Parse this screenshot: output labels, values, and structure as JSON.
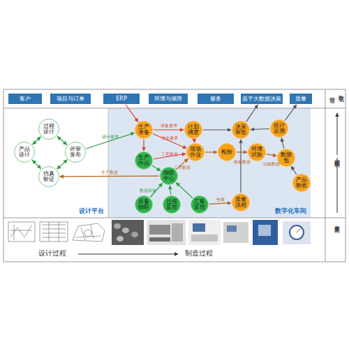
{
  "diagram": {
    "nodes": [
      {
        "text": [
          "客户"
        ]
      },
      {
        "text": [
          "项目与订单"
        ]
      },
      {
        "text": [
          "ERP"
        ]
      },
      {
        "text": [
          "环境与保障"
        ]
      },
      {
        "text": [
          "服务"
        ]
      },
      {
        "text": [
          "基于大数据决策"
        ]
      },
      {
        "text": [
          "质量"
        ]
      },
      {
        "text": [
          "设计平台"
        ]
      },
      {
        "text": [
          "过程设计"
        ],
        "in": 7
      },
      {
        "text": [
          "产品设计"
        ],
        "in": 7
      },
      {
        "text": [
          "评审发布"
        ],
        "in": 7
      },
      {
        "text": [
          "仿真验证"
        ],
        "in": 7
      },
      {
        "text": [
          "数字化车间"
        ]
      },
      {
        "text": [
          "生产准备"
        ],
        "in": 12
      },
      {
        "text": [
          "计划调度"
        ],
        "in": 12
      },
      {
        "text": [
          "决策审批"
        ],
        "in": 12
      },
      {
        "text": [
          "统计追溯"
        ],
        "in": 12
      },
      {
        "text": [
          "生产作品"
        ],
        "in": 12
      },
      {
        "text": [
          "现场作业"
        ],
        "in": 12
      },
      {
        "text": [
          "检验"
        ],
        "in": 12
      },
      {
        "text": [
          "环境试验"
        ],
        "in": 12
      },
      {
        "text": [
          "数据包"
        ],
        "in": 12
      },
      {
        "text": [
          "物联中心"
        ],
        "in": 12
      },
      {
        "text": [
          "产品验收"
        ],
        "in": 12
      },
      {
        "text": [
          "设备物联"
        ],
        "in": 12
      },
      {
        "text": [
          "过程监控"
        ],
        "in": 12
      },
      {
        "text": [
          "汇集监控"
        ],
        "in": 12
      },
      {
        "text": [
          "质量流程"
        ],
        "in": 12
      }
    ],
    "edges": [
      {
        "from": 9,
        "to": 8,
        "arrow": "both"
      },
      {
        "from": 8,
        "to": 10,
        "arrow": "both"
      },
      {
        "from": 10,
        "to": 11,
        "arrow": "both"
      },
      {
        "from": 11,
        "to": 9,
        "arrow": "both"
      },
      {
        "from": 10,
        "to": 13,
        "label": "设计要求",
        "arrow": "to"
      },
      {
        "from": 2,
        "to": 13,
        "arrow": "to"
      },
      {
        "from": 13,
        "to": 14,
        "label": "准备要求",
        "arrow": "to"
      },
      {
        "from": 14,
        "to": 15,
        "arrow": "to"
      },
      {
        "from": 16,
        "to": 15,
        "arrow": "to"
      },
      {
        "from": 13,
        "to": 17,
        "arrow": "to"
      },
      {
        "from": 13,
        "to": 18,
        "label": "作业要求",
        "arrow": "to"
      },
      {
        "from": 17,
        "to": 18,
        "label": "工艺数据",
        "arrow": "to"
      },
      {
        "from": 14,
        "to": 18,
        "arrow": "to"
      },
      {
        "from": 18,
        "to": 19,
        "arrow": "to"
      },
      {
        "from": 19,
        "to": 20,
        "label": "检验数据",
        "arrow": "to"
      },
      {
        "from": 20,
        "to": 21,
        "label": "试验数据",
        "arrow": "to"
      },
      {
        "from": 23,
        "to": 21,
        "arrow": "to"
      },
      {
        "from": 21,
        "to": 16,
        "arrow": "to"
      },
      {
        "from": 22,
        "to": 11,
        "label": "生产数据",
        "arrow": "to"
      },
      {
        "from": 22,
        "to": 18,
        "label": "工序数据",
        "arrow": "to"
      },
      {
        "from": 17,
        "to": 22,
        "arrow": "to"
      },
      {
        "from": 24,
        "to": 22,
        "label": "数据采集",
        "arrow": "to"
      },
      {
        "from": 25,
        "to": 22,
        "arrow": "to"
      },
      {
        "from": 26,
        "to": 22,
        "arrow": "to"
      },
      {
        "from": 26,
        "to": 27,
        "label": "告警",
        "arrow": "to"
      },
      {
        "from": 27,
        "to": 15,
        "arrow": "to"
      },
      {
        "from": 15,
        "to": 5,
        "arrow": "to"
      },
      {
        "from": 16,
        "to": 6,
        "arrow": "to"
      }
    ],
    "labels": [
      "管理",
      "数字化",
      "过程控制",
      "生产要素",
      "设计过程",
      "制造过程"
    ]
  }
}
